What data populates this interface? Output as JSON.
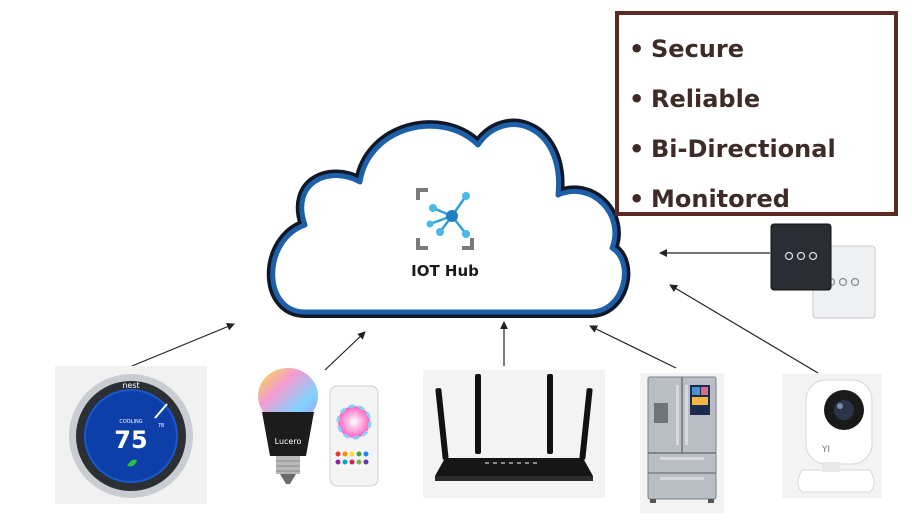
{
  "features": {
    "items": [
      "Secure",
      "Reliable",
      "Bi-Directional",
      "Monitored"
    ],
    "border_color": "#5b2a22",
    "text_color": "#3e2b27"
  },
  "hub": {
    "label": "IOT Hub",
    "icon": "iot-hub-icon",
    "cloud_outline_color": "#1d5fa8"
  },
  "devices": {
    "thermostat": {
      "brand": "nest",
      "mode": "COOLING",
      "temperature": "75",
      "setpoint": "78"
    },
    "smart_bulb": {
      "brand": "Lucero"
    },
    "router": {},
    "refrigerator": {},
    "camera": {
      "brand": "YI"
    },
    "wall_switches": {}
  }
}
